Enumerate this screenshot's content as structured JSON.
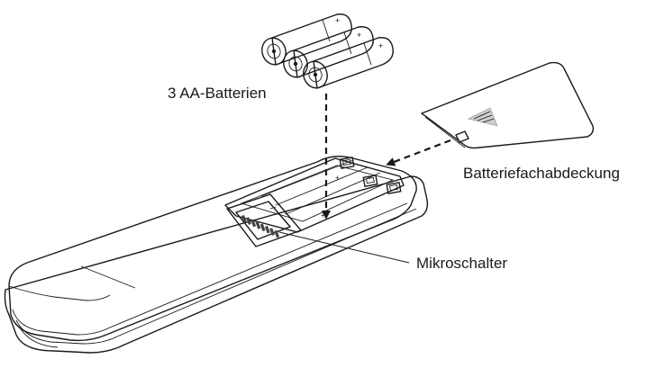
{
  "labels": {
    "batteries": "3 AA-Batterien",
    "cover": "Batteriefachabdeckung",
    "dip_switch": "Mikroschalter"
  },
  "battery_polarity_mark": "+",
  "battery_count": 3
}
